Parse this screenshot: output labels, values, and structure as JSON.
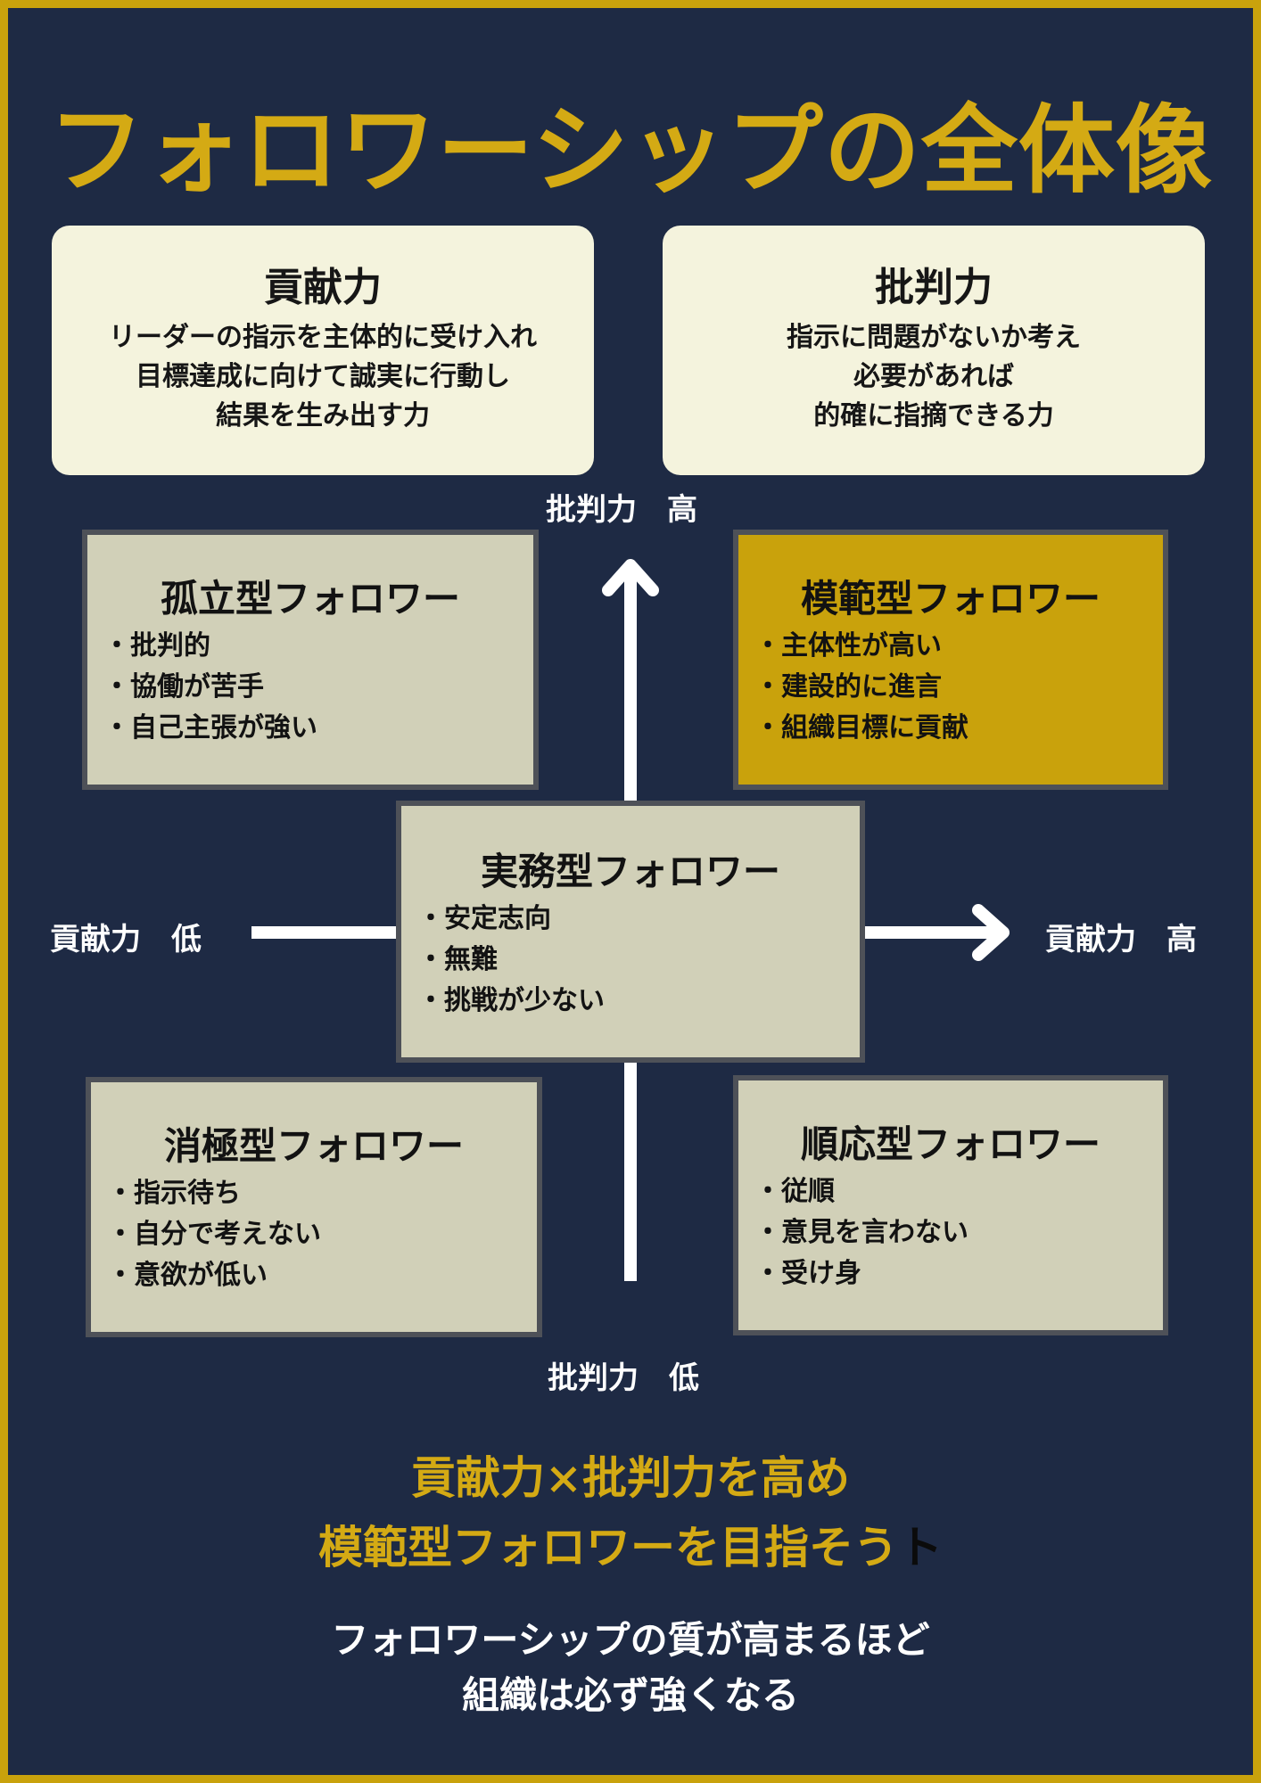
{
  "title": "フォロワーシップの全体像",
  "definitions": [
    {
      "heading": "貢献力",
      "lines": [
        "リーダーの指示を主体的に受け入れ",
        "目標達成に向けて誠実に行動し",
        "結果を生み出す力"
      ]
    },
    {
      "heading": "批判力",
      "lines": [
        "指示に問題がないか考え",
        "必要があれば",
        "的確に指摘できる力"
      ]
    }
  ],
  "axes": {
    "top": "批判力　高",
    "bottom": "批判力　低",
    "left": "貢献力　低",
    "right": "貢献力　高"
  },
  "quadrants": {
    "isolated": {
      "title": "孤立型フォロワー",
      "items": [
        "批判的",
        "協働が苦手",
        "自己主張が強い"
      ]
    },
    "exemplary": {
      "title": "模範型フォロワー",
      "items": [
        "主体性が高い",
        "建設的に進言",
        "組織目標に貢献"
      ]
    },
    "pragmatic": {
      "title": "実務型フォロワー",
      "items": [
        "安定志向",
        "無難",
        "挑戦が少ない"
      ]
    },
    "passive": {
      "title": "消極型フォロワー",
      "items": [
        "指示待ち",
        "自分で考えない",
        "意欲が低い"
      ]
    },
    "conformist": {
      "title": "順応型フォロワー",
      "items": [
        "従順",
        "意見を言わない",
        "受け身"
      ]
    }
  },
  "summary": {
    "line1": "貢献力×批判力を高め",
    "line2": "模範型フォロワーを目指そう",
    "line2_trailing": "ト"
  },
  "closing": {
    "line1": "フォロワーシップの質が高まるほど",
    "line2": "組織は必ず強くなる"
  },
  "colors": {
    "background": "#1e2a44",
    "gold": "#c9a20c",
    "card": "#f4f3dd",
    "quadrant": "#d1d0b8"
  }
}
